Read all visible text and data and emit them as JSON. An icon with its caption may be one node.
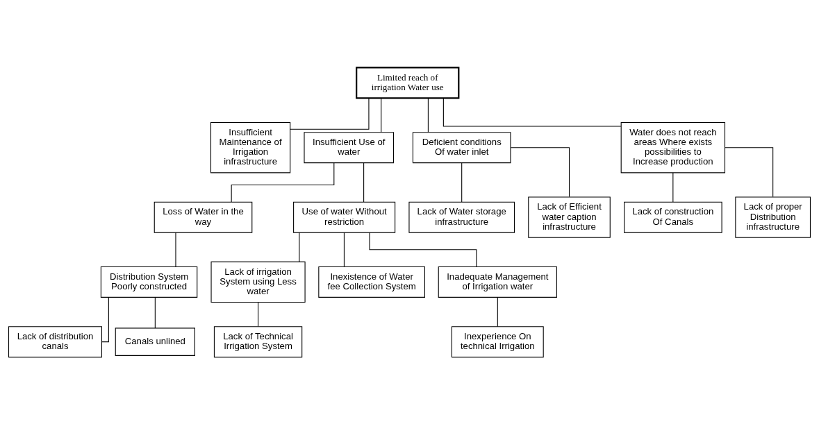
{
  "diagram": {
    "nodes": [
      {
        "text": [
          "Limited reach of irrigation Water use"
        ]
      },
      {
        "text": [
          "Insufficient Maintenance of Irrigation infrastructure"
        ]
      },
      {
        "text": [
          "Insufficient Use of water"
        ]
      },
      {
        "text": [
          "Deficient conditions Of water inlet"
        ]
      },
      {
        "text": [
          "Water does not reach areas Where exists possibilities to Increase production"
        ]
      },
      {
        "text": [
          "Loss of Water in the way"
        ]
      },
      {
        "text": [
          "Use of water Without restriction"
        ]
      },
      {
        "text": [
          "Lack of Water storage infrastructure"
        ]
      },
      {
        "text": [
          "Lack of Efficient water caption infrastructure"
        ]
      },
      {
        "text": [
          "Lack of construction Of Canals"
        ]
      },
      {
        "text": [
          "Lack of proper Distribution infrastructure"
        ]
      },
      {
        "text": [
          "Distribution System Poorly constructed"
        ]
      },
      {
        "text": [
          "Lack of irrigation System using Less water"
        ]
      },
      {
        "text": [
          "Inexistence of Water fee Collection System"
        ]
      },
      {
        "text": [
          "Inadequate Management of Irrigation water"
        ]
      },
      {
        "text": [
          "Lack of distribution canals"
        ]
      },
      {
        "text": [
          "Canals unlined"
        ]
      },
      {
        "text": [
          "Lack of Technical Irrigation System"
        ]
      },
      {
        "text": [
          "Inexperience On technical Irrigation"
        ]
      }
    ],
    "edges": [
      {
        "from": 0,
        "to": 1,
        "arrow": "none"
      },
      {
        "from": 0,
        "to": 2,
        "arrow": "none"
      },
      {
        "from": 0,
        "to": 3,
        "arrow": "none"
      },
      {
        "from": 0,
        "to": 4,
        "arrow": "none"
      },
      {
        "from": 2,
        "to": 5,
        "arrow": "none"
      },
      {
        "from": 2,
        "to": 6,
        "arrow": "none"
      },
      {
        "from": 3,
        "to": 7,
        "arrow": "none"
      },
      {
        "from": 3,
        "to": 8,
        "arrow": "none"
      },
      {
        "from": 4,
        "to": 9,
        "arrow": "none"
      },
      {
        "from": 4,
        "to": 10,
        "arrow": "none"
      },
      {
        "from": 5,
        "to": 11,
        "arrow": "none"
      },
      {
        "from": 6,
        "to": 12,
        "arrow": "none"
      },
      {
        "from": 6,
        "to": 13,
        "arrow": "none"
      },
      {
        "from": 6,
        "to": 14,
        "arrow": "none"
      },
      {
        "from": 11,
        "to": 15,
        "arrow": "none"
      },
      {
        "from": 11,
        "to": 16,
        "arrow": "none"
      },
      {
        "from": 12,
        "to": 17,
        "arrow": "none"
      },
      {
        "from": 14,
        "to": 18,
        "arrow": "none"
      }
    ]
  }
}
